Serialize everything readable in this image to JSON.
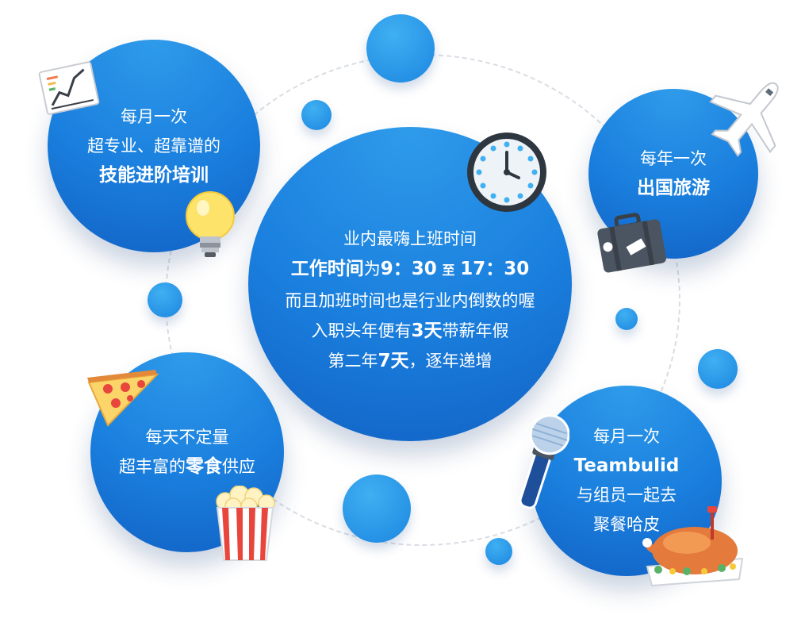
{
  "center": {
    "line1": "业内最嗨上班时间",
    "line2": {
      "label": "工作时间",
      "connector": "为",
      "start": "9：30",
      "to": "至",
      "end": "17：30"
    },
    "line3": "而且加班时间也是行业内倒数的喔",
    "line4": {
      "before": "入职头年便有",
      "days": "3天",
      "after": "带薪年假"
    },
    "line5": {
      "before": "第二年",
      "days": "7天",
      "after": "，逐年递增"
    }
  },
  "training": {
    "line1": "每月一次",
    "line2": "超专业、超靠谱的",
    "line3": "技能进阶培训"
  },
  "travel": {
    "line1": "每年一次",
    "line2": "出国旅游"
  },
  "snacks": {
    "line1": "每天不定量",
    "line2_before": "超丰富的",
    "line2_bold": "零食",
    "line2_after": "供应"
  },
  "team": {
    "line1": "每月一次",
    "line2": "Teambulid",
    "line3": "与组员一起去",
    "line4": "聚餐哈皮"
  },
  "icons": [
    "chart-icon",
    "lightbulb-icon",
    "clock-icon",
    "airplane-icon",
    "suitcase-icon",
    "pizza-icon",
    "popcorn-icon",
    "microphone-icon",
    "roast-chicken-icon"
  ],
  "colors": {
    "bubble": "#1a7fde",
    "bubble_light": "#2f9bea",
    "ring": "#d9dde3"
  }
}
